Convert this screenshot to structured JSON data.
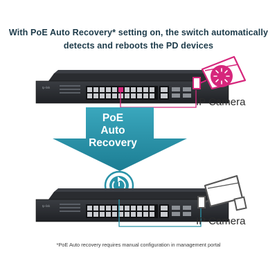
{
  "headline": {
    "line1": "With PoE Auto Recovery* setting on, the switch automatically",
    "line2": "detects and reboots the PD devices"
  },
  "arrow": {
    "line1": "PoE",
    "line2": "Auto",
    "line3": "Recovery"
  },
  "camera_top": {
    "label": "IP Camera",
    "state": "restarting"
  },
  "camera_bottom": {
    "label": "IP Camera",
    "state": "normal"
  },
  "switch_brand": "tp-link",
  "footnote": "*PoE Auto recovery requires manual configuration in management portal",
  "colors": {
    "accent_teal": "#2a93a8",
    "accent_pink": "#d6277c",
    "text_dark": "#1d3b4a"
  }
}
